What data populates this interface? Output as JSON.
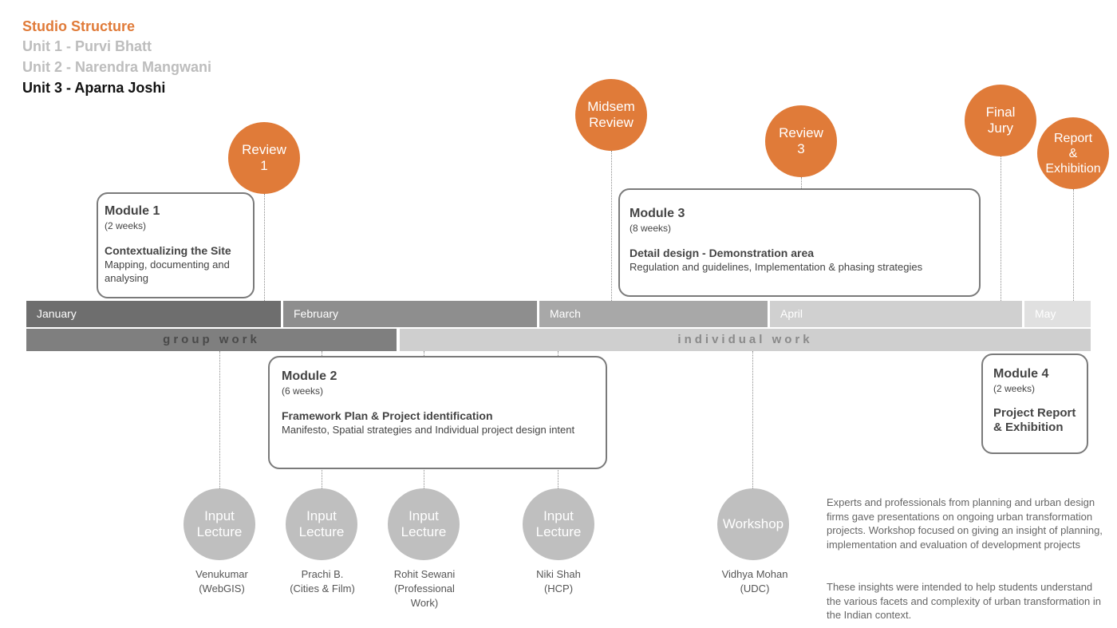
{
  "header": {
    "title": "Studio Structure",
    "unit1": "Unit 1 - Purvi Bhatt",
    "unit2": "Unit 2 - Narendra Mangwani",
    "unit3": "Unit 3 - Aparna Joshi"
  },
  "colors": {
    "accent": "#E07B39",
    "january": "#6e6e6e",
    "february": "#8e8e8e",
    "march": "#a8a8a8",
    "april": "#d0d0d0",
    "may": "#e0e0e0",
    "group_work": "#7f7f7f",
    "individual_work": "#cfcfcf"
  },
  "months": [
    "January",
    "February",
    "March",
    "April",
    "May"
  ],
  "phases": {
    "group": "group work",
    "individual": "individual work"
  },
  "events": {
    "review1": "Review\n1",
    "midsem": "Midsem\nReview",
    "review3": "Review\n3",
    "final": "Final\nJury",
    "report": "Report\n&\nExhibition"
  },
  "modules": {
    "m1": {
      "title": "Module 1",
      "duration": "(2 weeks)",
      "heading": "Contextualizing the Site",
      "desc": "Mapping, documenting and analysing"
    },
    "m2": {
      "title": "Module 2",
      "duration": "(6 weeks)",
      "heading": "Framework Plan & Project identification",
      "desc": "Manifesto, Spatial strategies and Individual project design intent"
    },
    "m3": {
      "title": "Module 3",
      "duration": "(8 weeks)",
      "heading": "Detail design - Demonstration area",
      "desc": "Regulation and guidelines, Implementation & phasing strategies"
    },
    "m4": {
      "title": "Module 4",
      "duration": "(2 weeks)",
      "heading": "Project Report & Exhibition",
      "desc": ""
    }
  },
  "inputs": [
    {
      "label": "Input\nLecture",
      "person": "Venukumar\n(WebGIS)"
    },
    {
      "label": "Input\nLecture",
      "person": "Prachi B.\n(Cities & Film)"
    },
    {
      "label": "Input\nLecture",
      "person": "Rohit Sewani\n(Professional\nWork)"
    },
    {
      "label": "Input\nLecture",
      "person": "Niki Shah\n(HCP)"
    },
    {
      "label": "Workshop",
      "person": "Vidhya Mohan\n(UDC)"
    }
  ],
  "notes": {
    "p1": "Experts and professionals from planning and urban design firms gave presentations on ongoing urban transformation projects. Workshop focused on giving an insight of planning, implementation and evaluation of development projects",
    "p2": "These insights were intended to help students understand the various facets and complexity of urban transformation in the Indian context."
  }
}
